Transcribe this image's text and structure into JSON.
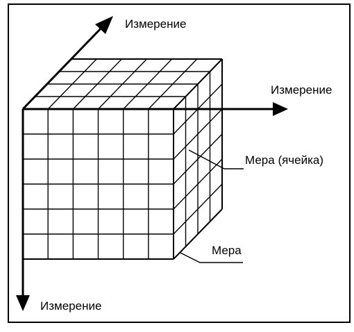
{
  "labels": {
    "dimension_top": "Измерение",
    "dimension_right": "Измерение",
    "dimension_bottom": "Измерение",
    "measure_cell": "Мера (ячейка)",
    "measure": "Мера"
  },
  "cube": {
    "columns": 6,
    "rows": 6,
    "depth": 4
  }
}
